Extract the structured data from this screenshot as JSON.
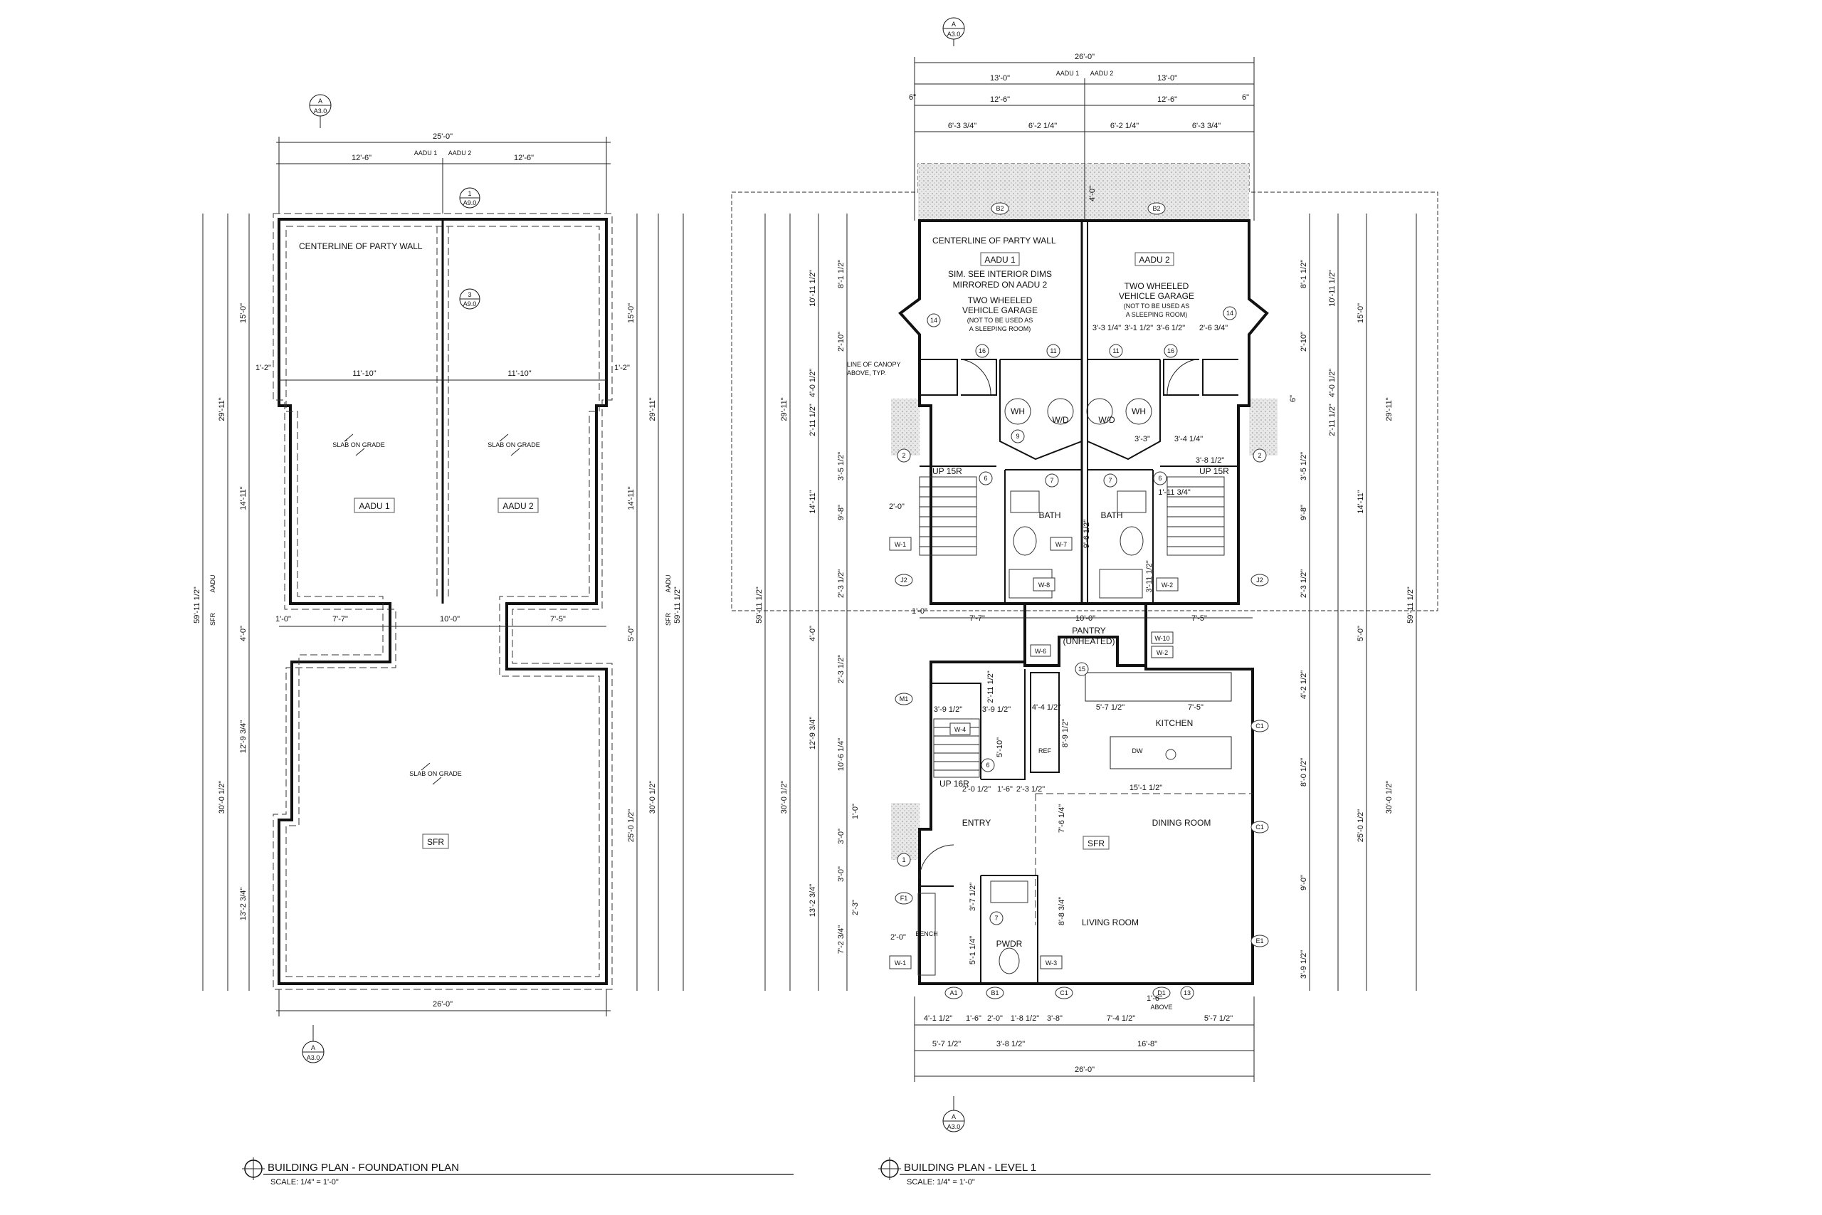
{
  "sheet": {
    "foundation_plan": {
      "title": "BUILDING PLAN - FOUNDATION PLAN",
      "scale": "SCALE: 1/4\" = 1'-0\"",
      "section_marker": {
        "letter": "A",
        "sheet": "A3.0"
      },
      "detail_markers": [
        {
          "number": "1",
          "sheet": "A9.0"
        },
        {
          "number": "3",
          "sheet": "A9.0"
        }
      ],
      "notes": {
        "centerline": "CENTERLINE OF PARTY WALL",
        "slab": "SLAB ON GRADE"
      },
      "units": {
        "aadu1": "AADU 1",
        "aadu2": "AADU 2",
        "sfr": "SFR"
      },
      "dims": {
        "overall_top": "25'-0\"",
        "half_top_left": "12'-6\"",
        "half_top_right": "12'-6\"",
        "cl_left": "AADU 1",
        "cl_right": "AADU 2",
        "inner_left": "11'-10\"",
        "inner_right": "11'-10\"",
        "jog_left": "1'-2\"",
        "jog_right": "1'-2\"",
        "neck_left_a": "1'-0\"",
        "neck_left_b": "7'-7\"",
        "neck_mid": "10'-0\"",
        "neck_right": "7'-5\"",
        "overall_bottom": "26'-0\"",
        "left_15": "15'-0\"",
        "left_1411": "14'-11\"",
        "left_2911": "29'-11\"",
        "left_5911": "59'-11 1/2\"",
        "left_40": "4'-0\"",
        "left_1293": "12'-9 3/4\"",
        "left_132": "13'-2 3/4\"",
        "left_3005": "30'-0 1/2\"",
        "right_15": "15'-0\"",
        "right_1411": "14'-11\"",
        "right_2911": "29'-11\"",
        "right_5911": "59'-11 1/2\"",
        "right_50": "5'-0\"",
        "right_2505": "25'-0 1/2\"",
        "right_3005": "30'-0 1/2\"",
        "side_aadu": "AADU",
        "side_sfr": "SFR"
      }
    },
    "level1_plan": {
      "title": "BUILDING PLAN - LEVEL 1",
      "scale": "SCALE: 1/4\" = 1'-0\"",
      "section_marker_top": {
        "letter": "A",
        "sheet": "A3.0"
      },
      "section_marker_bottom": {
        "letter": "A",
        "sheet": "A3.0"
      },
      "rooms": {
        "aadu1": "AADU 1",
        "aadu2": "AADU 2",
        "centerline": "CENTERLINE OF PARTY WALL",
        "sim_note_1": "SIM. SEE INTERIOR DIMS",
        "sim_note_2": "MIRRORED ON AADU 2",
        "garage_1": "TWO WHEELED",
        "garage_2": "VEHICLE GARAGE",
        "garage_note_1": "(NOT TO BE USED AS",
        "garage_note_2": "A SLEEPING ROOM)",
        "canopy_1": "LINE OF CANOPY",
        "canopy_2": "ABOVE, TYP.",
        "wh": "WH",
        "wd": "W/D",
        "bath": "BATH",
        "up15": "UP 15R",
        "pantry_1": "PANTRY",
        "pantry_2": "(UNHEATED)",
        "kitchen": "KITCHEN",
        "dw": "DW",
        "ref": "REF",
        "up16": "UP 16R",
        "entry": "ENTRY",
        "sfr": "SFR",
        "dining": "DINING ROOM",
        "living": "LIVING ROOM",
        "bench": "BENCH",
        "pwdr": "PWDR",
        "above": "ABOVE"
      },
      "windows": [
        "W-1",
        "W-7",
        "W-8",
        "W-2",
        "W-6",
        "W-10",
        "W-4",
        "W-3"
      ],
      "tags": {
        "b2": "B2",
        "i4": "14",
        "i6": "16",
        "i1": "11",
        "i2": "2",
        "i5": "6",
        "i9": "9",
        "i7": "7",
        "j2": "J2",
        "m1": "M1",
        "c1": "C1",
        "e1": "E1",
        "f1": "F1",
        "a1": "A1",
        "b1": "B1",
        "d1": "D1",
        "i3": "13",
        "i15": "15",
        "i1b": "1"
      },
      "dims": {
        "overall_top": "26'-0\"",
        "half_13_left": "13'-0\"",
        "half_13_right": "13'-0\"",
        "cl_left": "AADU 1",
        "cl_right": "AADU 2",
        "off_left": "6\"",
        "off_right": "6\"",
        "w126_left": "12'-6\"",
        "w126_right": "12'-6\"",
        "s1": "6'-3 3/4\"",
        "s2": "6'-2 1/4\"",
        "s3": "6'-2 1/4\"",
        "s4": "6'-3 3/4\"",
        "top_40": "4'-0\"",
        "l_81": "8'-1 1/2\"",
        "l_1011": "10'-11 1/2\"",
        "l_210": "2'-10\"",
        "l_40": "4'-0 1/2\"",
        "l_2911a": "2'-11 1/2\"",
        "l_35": "3'-5 1/2\"",
        "l_98": "9'-8\"",
        "l_20": "2'-0\"",
        "l_23": "2'-3 1/2\"",
        "l_1411": "14'-11\"",
        "l_2911": "29'-11\"",
        "l_5911": "59'-11 1/2\"",
        "l_40b": "4'-0\"",
        "l_23b": "2'-3 1/2\"",
        "l_1293": "12'-9 3/4\"",
        "l_1061": "10'-6 1/4\"",
        "l_3005": "30'-0 1/2\"",
        "l_10": "1'-0\"",
        "l_30": "3'-0\"",
        "l_30b": "3'-0\"",
        "l_132": "13'-2 3/4\"",
        "l_23c": "2'-3\"",
        "l_72": "7'-2 3/4\"",
        "l_20b": "2'-0\"",
        "r_81": "8'-1 1/2\"",
        "r_1011": "10'-11 1/2\"",
        "r_15": "15'-0\"",
        "r_210": "2'-10\"",
        "r_40": "4'-0 1/2\"",
        "r_6": "6\"",
        "r_2911a": "2'-11 1/2\"",
        "r_2911": "29'-11\"",
        "r_35": "3'-5 1/2\"",
        "r_98": "9'-8\"",
        "r_1411": "14'-11\"",
        "r_23": "2'-3 1/2\"",
        "r_5911": "59'-11 1/2\"",
        "r_50": "5'-0\"",
        "r_42": "4'-2 1/2\"",
        "r_80": "8'-0 1/2\"",
        "r_2505": "25'-0 1/2\"",
        "r_3005": "30'-0 1/2\"",
        "r_90": "9'-0\"",
        "r_39": "3'-9 1/2\"",
        "n_10": "1'-0\"",
        "n_77": "7'-7\"",
        "n_100": "10'-0\"",
        "n_75": "7'-5\"",
        "i_331": "3'-3 1/4\"",
        "i_311": "3'-1 1/2\"",
        "i_36": "3'-6 1/2\"",
        "i_26": "2'-6 3/4\"",
        "i_211": "2'-11 1/2\"",
        "i_39": "3'-9 1/2\"",
        "i_39b": "3'-9 1/2\"",
        "i_44": "4'-4 1/2\"",
        "i_57": "5'-7 1/2\"",
        "i_75": "7'-5\"",
        "i_510": "5'-10\"",
        "i_89": "8'-9 1/2\"",
        "i_151": "15'-1 1/2\"",
        "i_20": "2'-0 1/2\"",
        "i_16": "1'-6\"",
        "i_23": "2'-3 1/2\"",
        "i_76": "7'-6 1/4\"",
        "i_37": "3'-7 1/2\"",
        "i_88": "8'-8 3/4\"",
        "i_51": "5'-1 1/4\"",
        "i_34": "3'-4 1/4\"",
        "i_38": "3'-8 1/2\"",
        "i_33": "3'-3\"",
        "i_111": "1'-11 3/4\"",
        "i_96": "9'-6 1/2\"",
        "i_311b": "3'-11 1/2\"",
        "b_41": "4'-1 1/2\"",
        "b_16": "1'-6\"",
        "b_20": "2'-0\"",
        "b_18": "1'-8 1/2\"",
        "b_38": "3'-8\"",
        "b_74": "7'-4 1/2\"",
        "b_57": "5'-7 1/2\"",
        "b_57b": "5'-7 1/2\"",
        "b_38b": "3'-8 1/2\"",
        "b_168": "16'-8\"",
        "b_overall": "26'-0\"",
        "b_16b": "1'-6\""
      }
    }
  }
}
